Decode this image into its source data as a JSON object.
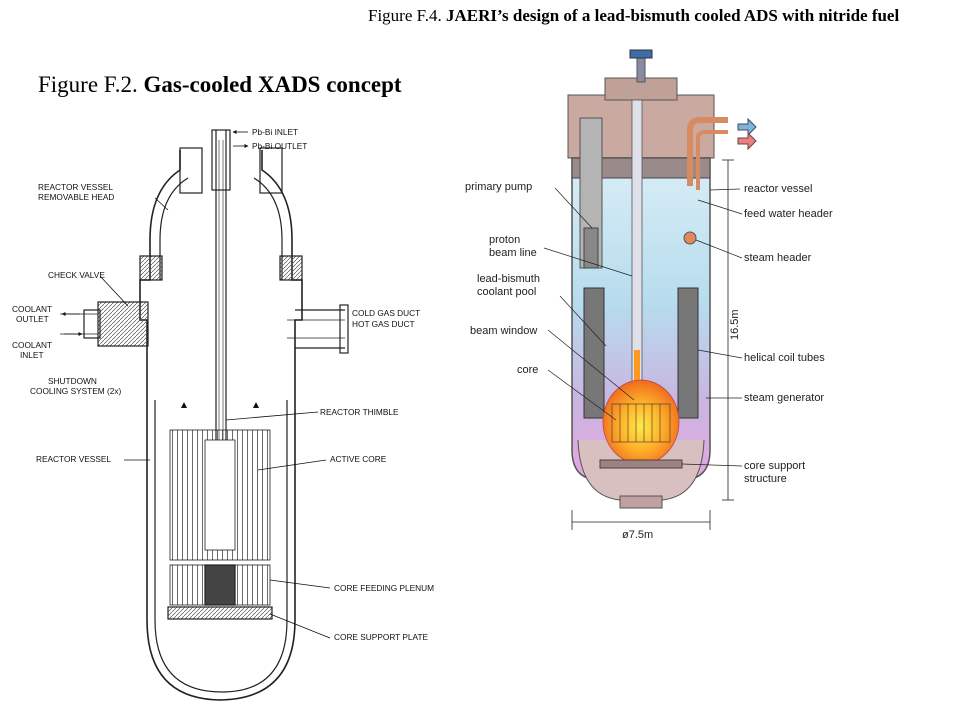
{
  "caption_right": {
    "prefix": "Figure F.4. ",
    "title": "JAERI’s design of a lead-bismuth cooled ADS with nitride fuel"
  },
  "caption_left": {
    "prefix": "Figure F.2. ",
    "title": "Gas-cooled XADS concept"
  },
  "xads_labels": {
    "pb_inlet": "Pb-Bi INLET",
    "pb_outlet": "Pb-Bi OUTLET",
    "head_1": "REACTOR VESSEL",
    "head_2": "REMOVABLE HEAD",
    "check_valve": "CHECK VALVE",
    "coolant_outlet_1": "COOLANT",
    "coolant_outlet_2": "OUTLET",
    "coolant_inlet_1": "COOLANT",
    "coolant_inlet_2": "INLET",
    "shutdown_1": "SHUTDOWN",
    "shutdown_2": "COOLING SYSTEM (2x)",
    "cold_gas": "COLD GAS DUCT",
    "hot_gas": "HOT GAS DUCT",
    "thimble": "REACTOR THIMBLE",
    "vessel": "REACTOR VESSEL",
    "active_core": "ACTIVE CORE",
    "feeding_plenum": "CORE FEEDING PLENUM",
    "support_plate": "CORE SUPPORT PLATE"
  },
  "jaeri_labels": {
    "primary_pump": "primary pump",
    "proton_1": "proton",
    "proton_2": "beam line",
    "pool_1": "lead-bismuth",
    "pool_2": "coolant pool",
    "beam_window": "beam window",
    "core": "core",
    "reactor_vessel": "reactor vessel",
    "feed_water": "feed water header",
    "steam_header": "steam header",
    "helical": "helical coil tubes",
    "steam_gen": "steam generator",
    "support_1": "core support",
    "support_2": "structure",
    "height": "16.5m",
    "diameter": "ø7.5m"
  }
}
